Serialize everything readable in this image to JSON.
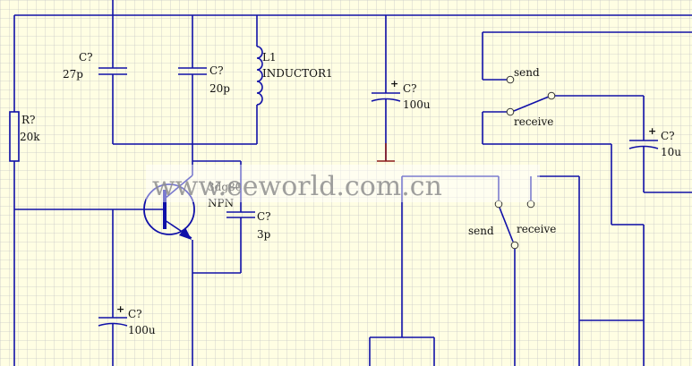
{
  "components": {
    "c1": {
      "ref": "C?",
      "value": "27p"
    },
    "c2": {
      "ref": "C?",
      "value": "20p"
    },
    "l1": {
      "ref": "L1",
      "value": "INDUCTOR1"
    },
    "c3": {
      "ref": "C?",
      "value": "100u"
    },
    "r1": {
      "ref": "R?",
      "value": "20k"
    },
    "q1": {
      "ref": "3dg80",
      "value": "NPN"
    },
    "c4": {
      "ref": "C?",
      "value": "3p"
    },
    "c5": {
      "ref": "C?",
      "value": "100u"
    },
    "c6": {
      "ref": "C?",
      "value": "10u"
    }
  },
  "switches": {
    "sw1": {
      "a": "send",
      "b": "receive"
    },
    "sw2": {
      "a": "send",
      "b": "receive"
    }
  },
  "watermark": "www.eeworld.com.cn",
  "colors": {
    "background": "#fffee3",
    "grid": "#c8c8c8",
    "wire": "#1010a8",
    "ground": "#8b1a1a"
  }
}
